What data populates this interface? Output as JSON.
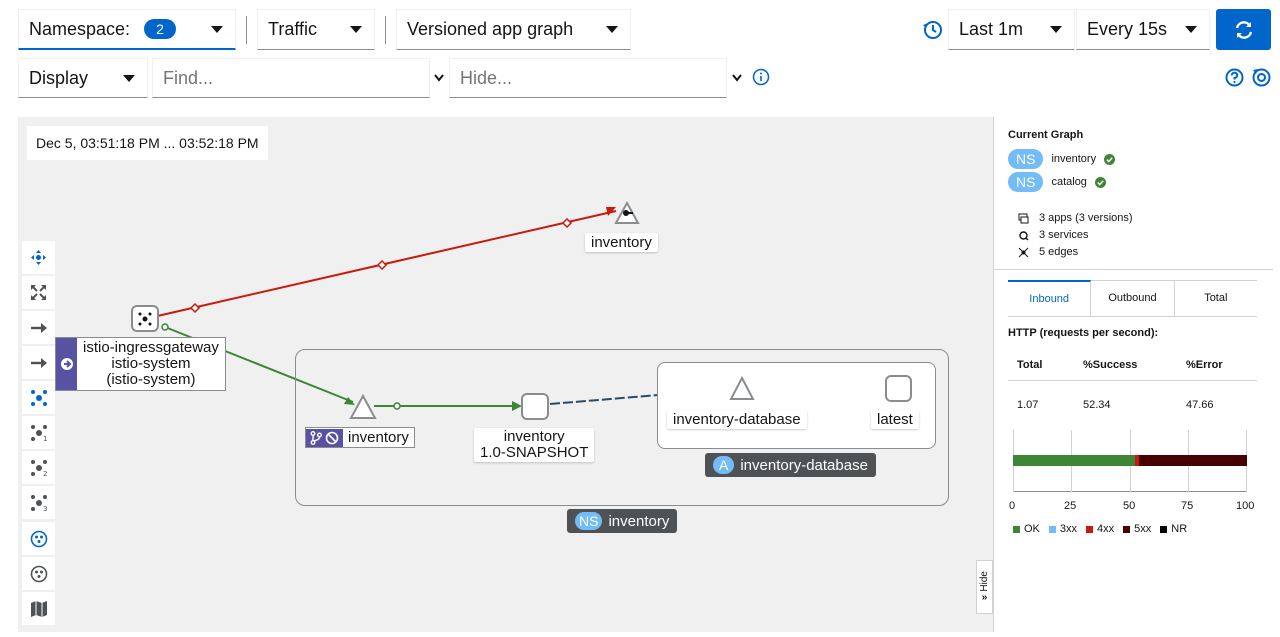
{
  "toolbar": {
    "namespace_label": "Namespace:",
    "namespace_count": "2",
    "traffic_label": "Traffic",
    "graph_type": "Versioned app graph",
    "time_range": "Last 1m",
    "refresh_interval": "Every 15s",
    "display_label": "Display",
    "find_placeholder": "Find...",
    "hide_placeholder": "Hide..."
  },
  "graph": {
    "timestamp": "Dec 5, 03:51:18 PM ... 03:52:18 PM",
    "nodes": {
      "inventory_top": "inventory",
      "gateway_line1": "istio-ingressgateway",
      "gateway_line2": "istio-system",
      "gateway_line3": "(istio-system)",
      "inventory_svc": "inventory",
      "inventory_ver_line1": "inventory",
      "inventory_ver_line2": "1.0-SNAPSHOT",
      "inventory_database": "inventory-database",
      "latest": "latest",
      "app_box_badge": "A",
      "app_box_label": "inventory-database",
      "ns_box_badge": "NS",
      "ns_box_label": "inventory"
    },
    "hide_label": "Hide"
  },
  "side_panel": {
    "title": "Current Graph",
    "namespaces": [
      {
        "badge": "NS",
        "name": "inventory"
      },
      {
        "badge": "NS",
        "name": "catalog"
      }
    ],
    "stats": [
      "3 apps (3 versions)",
      "3 services",
      "5 edges"
    ],
    "tabs": [
      "Inbound",
      "Outbound",
      "Total"
    ],
    "section_title": "HTTP (requests per second):",
    "table_headers": [
      "Total",
      "%Success",
      "%Error"
    ],
    "table_values": [
      "1.07",
      "52.34",
      "47.66"
    ],
    "bar_ok_pct": 52.34,
    "bar_3xx_pct": 0,
    "bar_4xx_pct": 1.5,
    "bar_5xx_pct": 46.16,
    "axis_ticks": [
      "0",
      "25",
      "50",
      "75",
      "100"
    ],
    "legend": [
      "OK",
      "3xx",
      "4xx",
      "5xx",
      "NR"
    ],
    "colors": {
      "ok": "#3e8635",
      "3xx": "#73bcf7",
      "4xx": "#c9190b",
      "5xx": "#470000",
      "nr": "#000000"
    }
  }
}
